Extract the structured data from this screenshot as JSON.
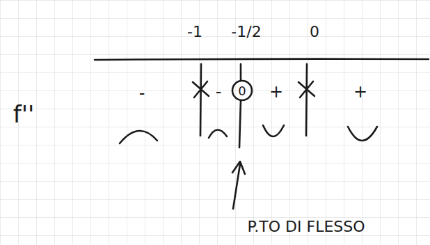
{
  "diagram": {
    "labels": [
      "-1",
      "-1/2",
      "0",
      "f''",
      "-",
      "-",
      "0",
      "+",
      "+",
      "P.TO DI FLESSO"
    ]
  }
}
